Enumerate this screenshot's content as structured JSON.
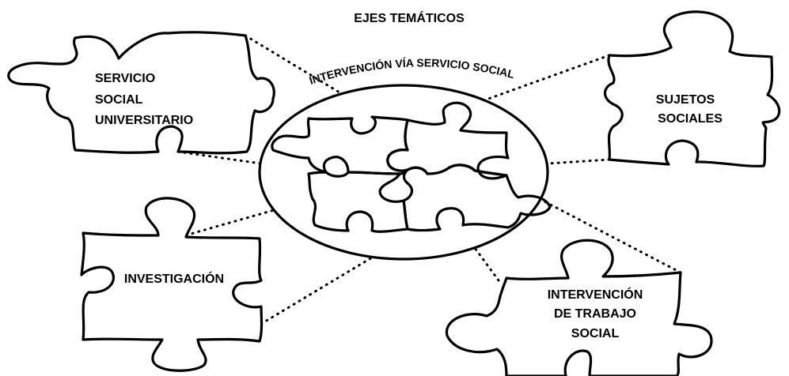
{
  "title": "EJES TEMÁTICOS",
  "center": {
    "label": "INTERVENCIÓN VÍA SERVICIO SOCIAL"
  },
  "nodes": {
    "servicio": {
      "lines": [
        "SERVICIO",
        "SOCIAL",
        "UNIVERSITARIO"
      ]
    },
    "sujetos": {
      "lines": [
        "SUJETOS",
        "SOCIALES"
      ]
    },
    "investigacion": {
      "lines": [
        "INVESTIGACIÓN"
      ]
    },
    "intervencion": {
      "lines": [
        "INTERVENCIÓN",
        "DE TRABAJO",
        "SOCIAL"
      ]
    }
  }
}
